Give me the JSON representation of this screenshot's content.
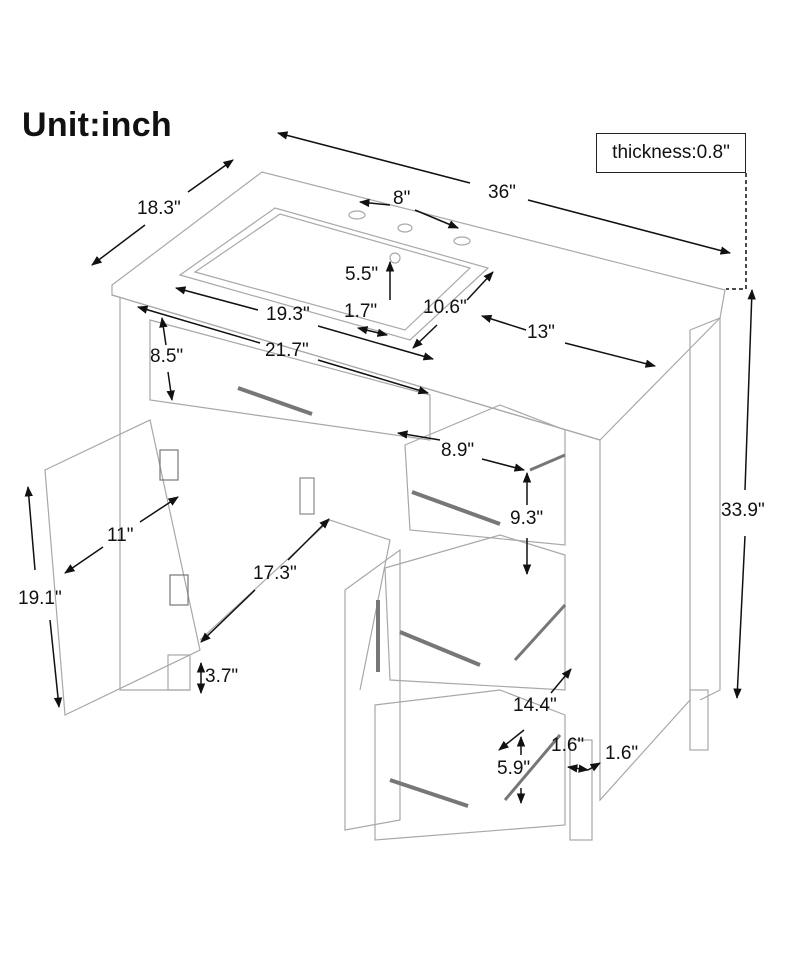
{
  "title": "Unit:inch",
  "thickness_label": "thickness:0.8\"",
  "dimensions": {
    "top_depth": "18.3\"",
    "top_width": "36\"",
    "faucet_spread": "8\"",
    "basin_depth_to_drain": "5.5\"",
    "basin_width": "19.3\"",
    "drain_offset": "1.7\"",
    "basin_front_back": "10.6\"",
    "right_deck": "13\"",
    "top_drawer_width": "21.7\"",
    "top_drawer_height": "8.5\"",
    "total_height": "33.9\"",
    "small_drawer_width": "8.9\"",
    "small_drawer_height": "9.3\"",
    "door_width": "11\"",
    "door_height": "19.1\"",
    "cabinet_depth": "17.3\"",
    "toe_kick": "3.7\"",
    "drawer_depth": "14.4\"",
    "bottom_drawer_height": "5.9\"",
    "leg_width": "1.6\"",
    "leg_depth": "1.6\""
  },
  "colors": {
    "line": "#111111",
    "sketch": "#9a9a9a",
    "background": "#ffffff"
  }
}
